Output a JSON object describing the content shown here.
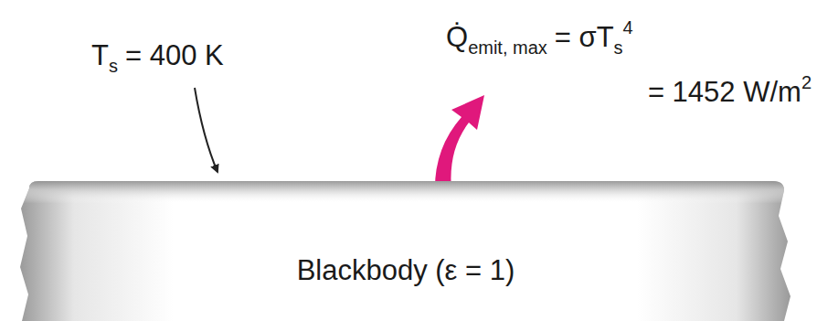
{
  "diagram": {
    "nodes": [
      {
        "text": [
          "Blackbody (ε = 1)"
        ]
      }
    ],
    "labels": [
      "T",
      "s",
      "= 400 K",
      "Q̇",
      "emit, max",
      "= σT",
      "s",
      "4",
      "= 1452 W/m",
      "2"
    ]
  }
}
